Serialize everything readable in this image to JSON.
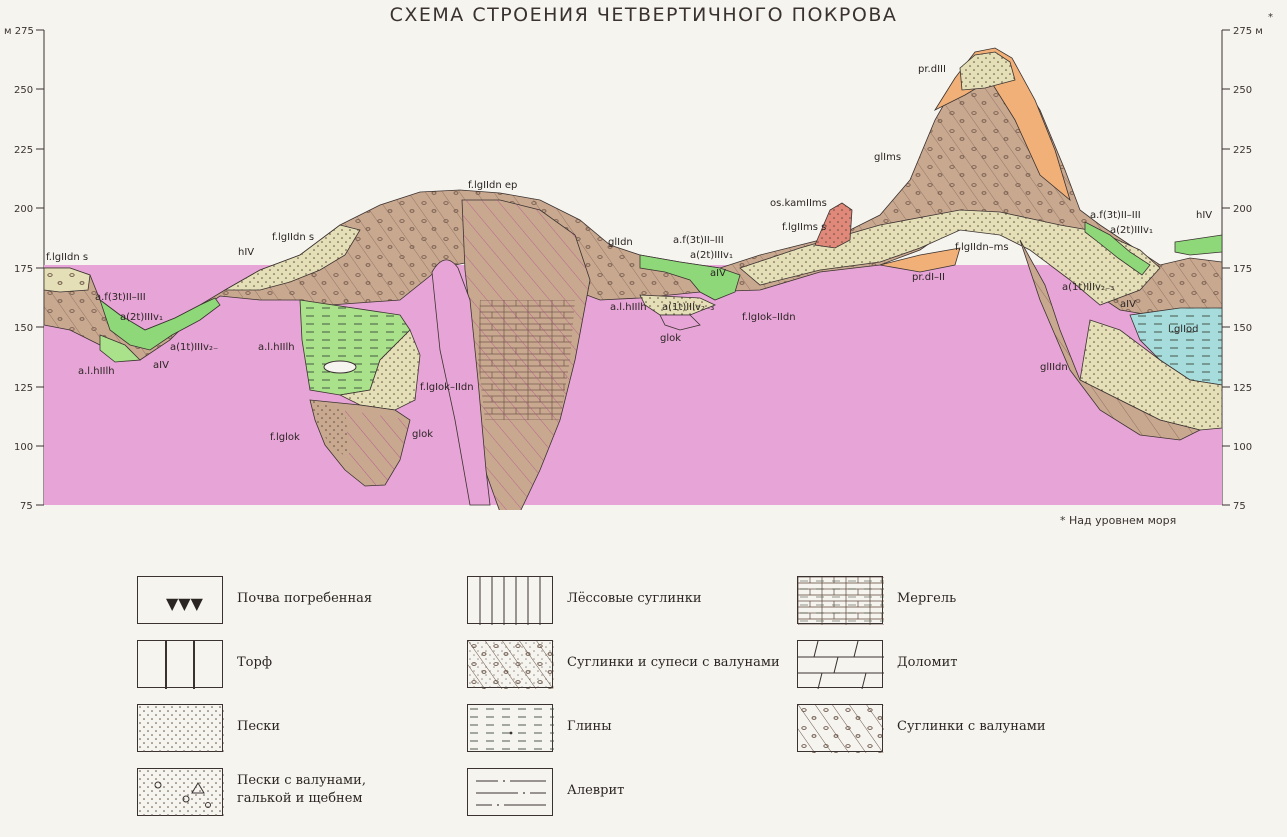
{
  "title": "СХЕМА СТРОЕНИЯ ЧЕТВЕРТИЧНОГО ПОКРОВА",
  "axis": {
    "unit_left": "м 275",
    "unit_right": "275 м",
    "unit_marker": "*",
    "ticks": [
      "250",
      "225",
      "200",
      "175",
      "150",
      "125",
      "100",
      "75"
    ]
  },
  "footnote": "* Над уровнем моря",
  "section_labels": [
    "f.lgIIdn s",
    "a.f(3t)II–III",
    "a(2t)IIIv₁",
    "a(1t)IIIv₂₋",
    "a.l.hIIlh",
    "aIV",
    "hIV",
    "f.lgIIdn s",
    "a.l.hIIlh",
    "f.lgIok–IIdn",
    "f.lglok",
    "glok",
    "f.lgIIdn ep",
    "glIdn",
    "a.f(3t)II–III",
    "a(2t)IIIv₁",
    "aIV",
    "a.l.hIIlh",
    "a(1t)IIIv₂₋₃",
    "f.lgIok–IIdn",
    "glok",
    "os.kamIIms",
    "f.lgIIms s",
    "pr.dIII",
    "glIms",
    "f.lgIIdn–ms",
    "pr.dI–II",
    "a.f(3t)II–III",
    "a(2t)IIIv₁",
    "hIV",
    "a(1t)IIIv₂₋₃",
    "aIV",
    "l.glIod",
    "glIIdn"
  ],
  "legend": [
    {
      "key": "buried_soil",
      "label": "Почва погребенная"
    },
    {
      "key": "peat",
      "label": "Торф"
    },
    {
      "key": "sand",
      "label": "Пески"
    },
    {
      "key": "sand_boulders",
      "label": "Пески с валунами, галькой и щебнем"
    },
    {
      "key": "loess",
      "label": "Лёссовые суглинки"
    },
    {
      "key": "loam_sandy_boulders",
      "label": "Суглинки и супеси с валунами"
    },
    {
      "key": "clay",
      "label": "Глины"
    },
    {
      "key": "silt",
      "label": "Алеврит"
    },
    {
      "key": "marl",
      "label": "Мергель"
    },
    {
      "key": "dolomite",
      "label": "Доломит"
    },
    {
      "key": "loam_boulders",
      "label": "Суглинки с валунами"
    }
  ],
  "colors": {
    "bedrock": "#e7a4d6",
    "till": "#c9a890",
    "sand": "#e5dfb7",
    "lake_green": "#a9e28a",
    "alluvium_green": "#8fd87a",
    "orange_deluvium": "#f0b078",
    "teal_lake": "#a6dcdc",
    "pink_kame": "#e0887a",
    "outline": "#3a3230"
  }
}
